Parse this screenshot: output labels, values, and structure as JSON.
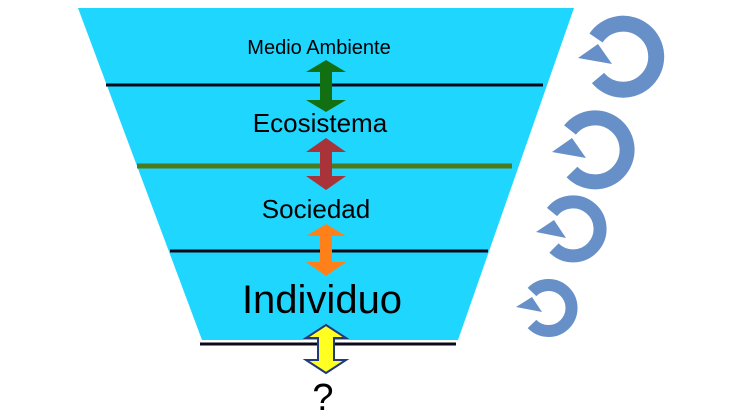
{
  "levels": [
    {
      "label": "Medio Ambiente"
    },
    {
      "label": "Ecosistema"
    },
    {
      "label": "Sociedad"
    },
    {
      "label": "Individuo"
    }
  ],
  "bottom_label": "?",
  "colors": {
    "funnel": "#1fd6ff",
    "arrow_1": "#127012",
    "arrow_2": "#a8343a",
    "arrow_3": "#ff8019",
    "arrow_4": "#ffff22",
    "cycle": "#6890c8",
    "separator_green": "#4e7a1e"
  }
}
